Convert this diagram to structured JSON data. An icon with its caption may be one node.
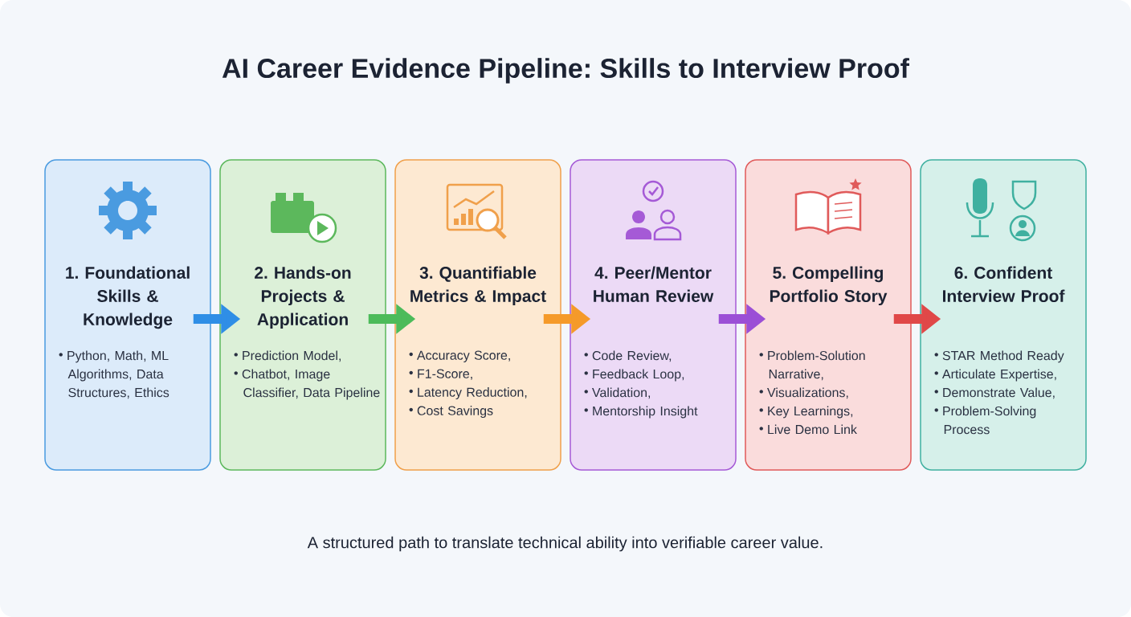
{
  "diagram": {
    "title": "AI Career Evidence Pipeline: Skills to Interview Proof",
    "caption": "A structured path to translate technical ability into verifiable career value.",
    "nodes": [
      {
        "text": [
          "1. Foundational Skills & Knowledge",
          "Python, Math, ML Algorithms, Data Structures, Ethics"
        ]
      },
      {
        "text": [
          "2. Hands-on Projects & Application",
          "Prediction Model,",
          "Chatbot, Image Classifier, Data Pipeline"
        ]
      },
      {
        "text": [
          "3. Quantifiable Metrics & Impact",
          "Accuracy Score,",
          "F1-Score,",
          "Latency Reduction,",
          "Cost Savings"
        ]
      },
      {
        "text": [
          "4. Peer/Mentor Human Review",
          "Code Review,",
          "Feedback Loop,",
          "Validation,",
          "Mentorship Insight"
        ]
      },
      {
        "text": [
          "5. Compelling Portfolio Story",
          "Problem-Solution Narrative,",
          "Visualizations,",
          "Key Learnings,",
          "Live Demo Link"
        ]
      },
      {
        "text": [
          "6. Confident Interview Proof",
          "STAR Method Ready",
          "Articulate Expertise,",
          "Demonstrate Value,",
          "Problem-Solving Process"
        ]
      }
    ],
    "edges": [
      {
        "from": 0,
        "to": 1,
        "arrow": "to",
        "color": "#2f8ee6"
      },
      {
        "from": 1,
        "to": 2,
        "arrow": "to",
        "color": "#4cbb5a"
      },
      {
        "from": 2,
        "to": 3,
        "arrow": "to",
        "color": "#f59a2a"
      },
      {
        "from": 3,
        "to": 4,
        "arrow": "to",
        "color": "#9b4fd6"
      },
      {
        "from": 4,
        "to": 5,
        "arrow": "to",
        "color": "#e04848"
      }
    ]
  }
}
